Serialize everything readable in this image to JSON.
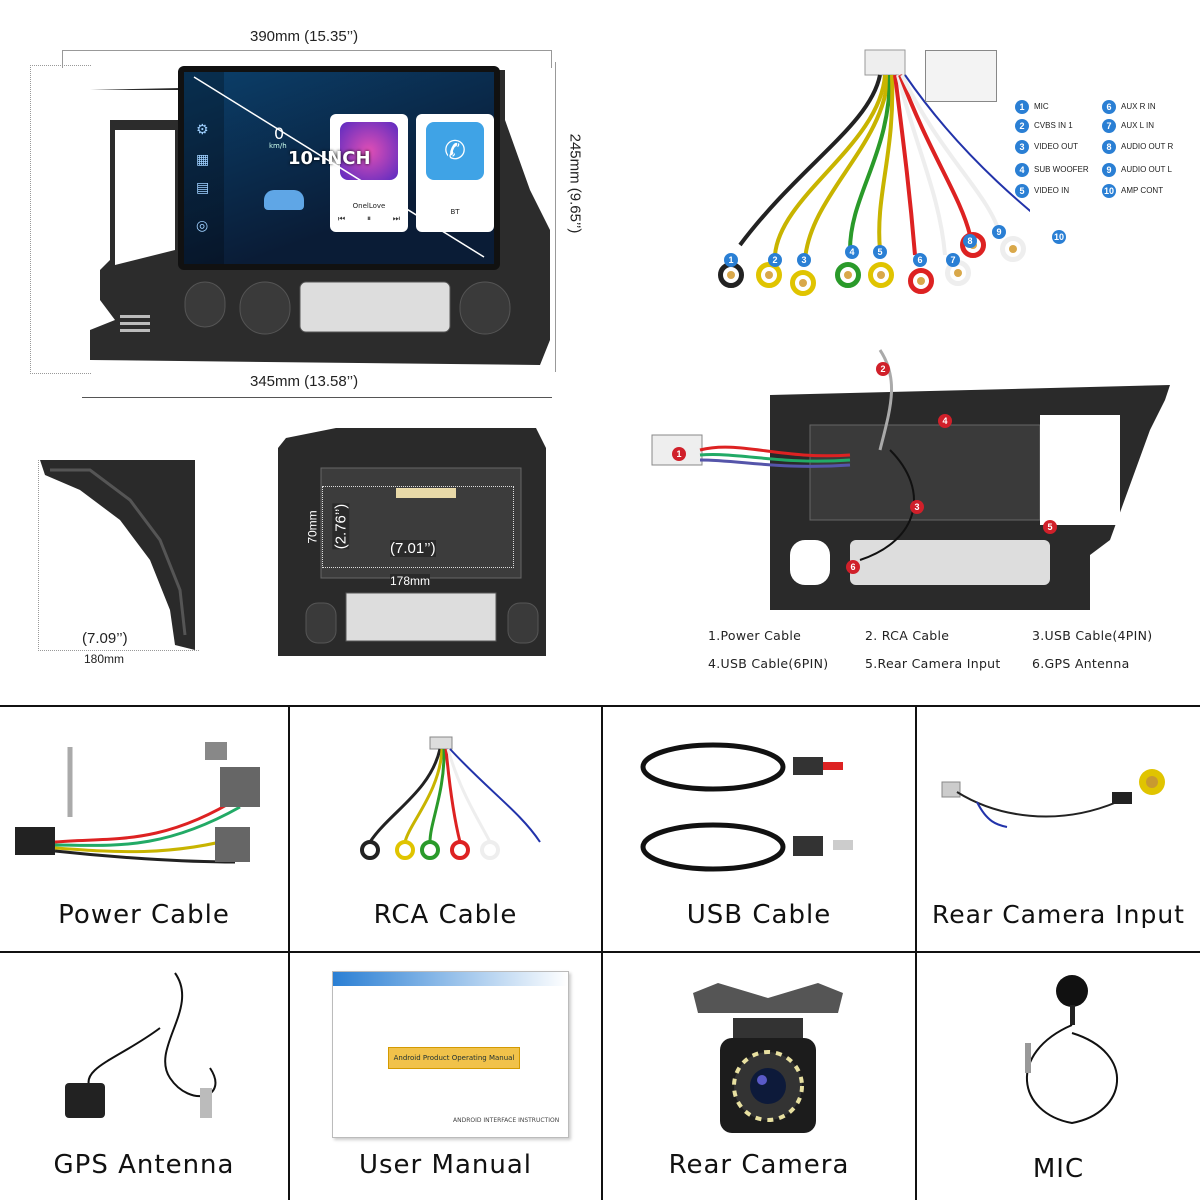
{
  "dimensions": {
    "width_top": "390mm (15.35’’)",
    "width_bottom": "345mm   (13.58’’)",
    "height_side": "245mm  (9.65’’)",
    "side_depth_in": "(7.09’’)",
    "side_depth_mm": "180mm",
    "slot_h_mm": "70mm",
    "slot_h_in": "(2.76’’)",
    "slot_w_in": "(7.01’’)",
    "slot_w_mm": "178mm"
  },
  "screen": {
    "speed": "0",
    "speed_unit": "km/h",
    "badge": "10-INCH",
    "music_title": "OnelLove",
    "bt_label": "BT"
  },
  "rca_legend": [
    {
      "n": "1",
      "label": "MIC"
    },
    {
      "n": "2",
      "label": "CVBS IN 1"
    },
    {
      "n": "3",
      "label": "VIDEO OUT"
    },
    {
      "n": "4",
      "label": "SUB WOOFER"
    },
    {
      "n": "5",
      "label": "VIDEO IN"
    },
    {
      "n": "6",
      "label": "AUX R IN"
    },
    {
      "n": "7",
      "label": "AUX L IN"
    },
    {
      "n": "8",
      "label": "AUDIO OUT R"
    },
    {
      "n": "9",
      "label": "AUDIO OUT L"
    },
    {
      "n": "10",
      "label": "AMP CONT"
    }
  ],
  "install_legend": [
    "1.Power Cable",
    "2. RCA Cable",
    "3.USB Cable(4PIN)",
    "4.USB Cable(6PIN)",
    "5.Rear Camera Input",
    "6.GPS Antenna"
  ],
  "accessories": [
    "Power Cable",
    "RCA Cable",
    "USB Cable",
    "Rear Camera Input",
    "GPS Antenna",
    "User Manual",
    "Rear Camera",
    "MIC"
  ],
  "manual": {
    "title": "Android Product Operating Manual",
    "subtitle": "ANDROID INTERFACE INSTRUCTION"
  },
  "colors": {
    "accent_blue": "#2a7fd4",
    "marker_red": "#d0202a",
    "frame_black": "#2a2a2a"
  }
}
